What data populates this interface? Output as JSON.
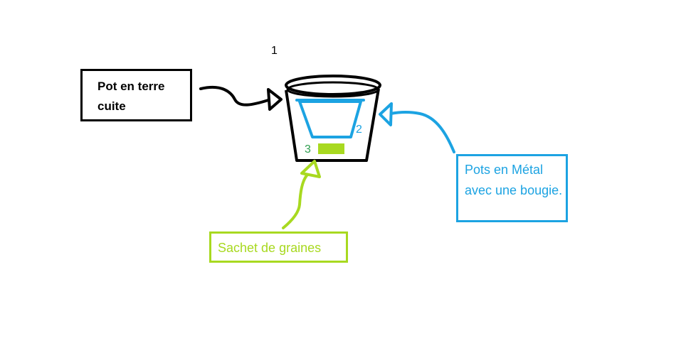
{
  "labels": {
    "terracotta": "Pot en terre cuite",
    "metal": "Pots en Métal avec une bougie.",
    "seeds": "Sachet de graines"
  },
  "numbers": {
    "n1": "1",
    "n2": "2",
    "n3": "3"
  },
  "colors": {
    "black": "#000000",
    "blue": "#1ca3e2",
    "green": "#a8d920",
    "green_number": "#2e9e4f"
  }
}
